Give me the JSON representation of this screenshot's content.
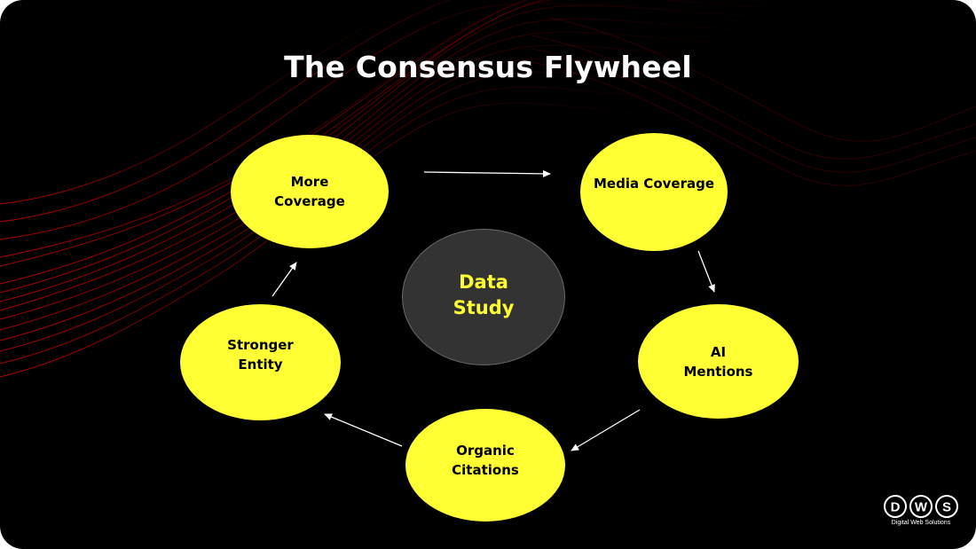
{
  "title": "The Consensus Flywheel",
  "center": {
    "line1": "Data",
    "line2": "Study"
  },
  "nodes": [
    {
      "line1": "More",
      "line2": "Coverage"
    },
    {
      "line1": "Media Coverage",
      "line2": ""
    },
    {
      "line1": "AI",
      "line2": "Mentions"
    },
    {
      "line1": "Organic",
      "line2": "Citations"
    },
    {
      "line1": "Stronger",
      "line2": "Entity"
    }
  ],
  "logo": {
    "letters": [
      "D",
      "W",
      "S"
    ],
    "caption": "Digital Web Solutions"
  },
  "colors": {
    "background": "#000000",
    "node_fill": "#ffff33",
    "center_fill": "#333333",
    "center_text": "#ffff33",
    "arrow": "#ffffff",
    "wave": "#b00000"
  }
}
